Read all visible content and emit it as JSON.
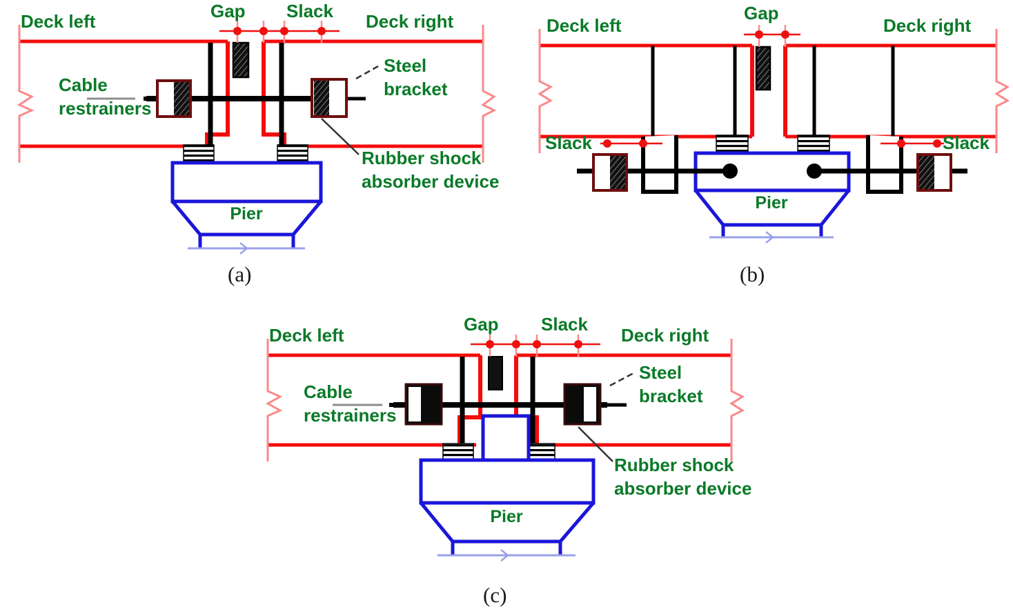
{
  "figure": {
    "title": "Bridge deck-pier seismic restraint configurations",
    "background": "#ffffff"
  },
  "colors": {
    "deck_red": "#f40c0c",
    "deck_red_light": "#f98a8a",
    "pier_blue": "#1a16d8",
    "pier_blue_light": "#9aa0ea",
    "label_green": "#0a7a28",
    "steel_black": "#000000",
    "restrainer_border": "#6e0d0d",
    "dim_red": "#ef1010",
    "caption_gray": "#1a1a1a"
  },
  "panels": [
    {
      "id": "a",
      "caption": "(a)",
      "labels": {
        "gap": "Gap",
        "slack": "Slack",
        "deck_left": "Deck left",
        "deck_right": "Deck right",
        "cable_restrainers_1": "Cable",
        "cable_restrainers_2": "restrainers",
        "steel_bracket_1": "Steel",
        "steel_bracket_2": "bracket",
        "rubber_1": "Rubber shock",
        "rubber_2": "absorber device",
        "pier": "Pier"
      },
      "dimension_dots": 4,
      "restrainer_count": 2,
      "bearing_count": 2,
      "pedestal": false,
      "restrainers_below_deck": false
    },
    {
      "id": "b",
      "caption": "(b)",
      "labels": {
        "gap": "Gap",
        "slack_left": "Slack",
        "slack_right": "Slack",
        "deck_left": "Deck left",
        "deck_right": "Deck right",
        "pier": "Pier"
      },
      "dimension_dots": 2,
      "restrainer_count": 2,
      "bearing_count": 2,
      "pedestal": false,
      "restrainers_below_deck": true
    },
    {
      "id": "c",
      "caption": "(c)",
      "labels": {
        "gap": "Gap",
        "slack": "Slack",
        "deck_left": "Deck left",
        "deck_right": "Deck right",
        "cable_restrainers_1": "Cable",
        "cable_restrainers_2": "restrainers",
        "steel_bracket_1": "Steel",
        "steel_bracket_2": "bracket",
        "rubber_1": "Rubber shock",
        "rubber_2": "absorber device",
        "pier": "Pier"
      },
      "dimension_dots": 4,
      "restrainer_count": 2,
      "bearing_count": 2,
      "pedestal": true,
      "restrainers_below_deck": false
    }
  ]
}
